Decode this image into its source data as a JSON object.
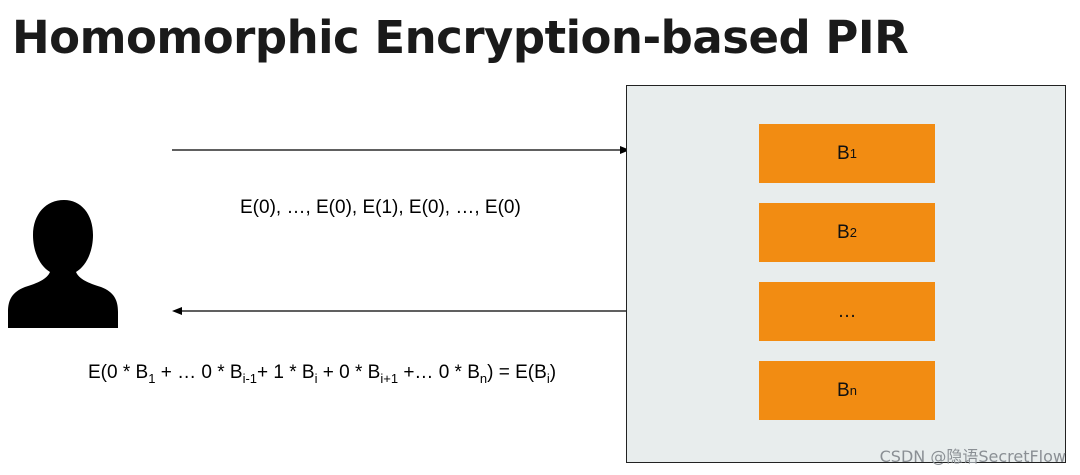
{
  "title": "Homomorphic Encryption-based PIR",
  "request": {
    "text": "E(0), …, E(0), E(1), E(0), …, E(0)"
  },
  "response": {
    "p1": "E(0 * B",
    "s1": "1",
    "p2": " + … 0 * B",
    "s2": "i-1",
    "p3": "+ 1 * B",
    "s3": "i",
    "p4": " +  0 * B",
    "s4": "i+1",
    "p5": " +… 0 * B",
    "s5": "n",
    "p6": ") = E(B",
    "s6": "i",
    "p7": ")"
  },
  "server": {
    "blocks": [
      {
        "label": "B",
        "sub": "1"
      },
      {
        "label": "B",
        "sub": "2"
      },
      {
        "label": "…",
        "sub": ""
      },
      {
        "label": "B",
        "sub": "n"
      }
    ]
  },
  "watermark": "CSDN @隐语SecretFlow",
  "colors": {
    "block": "#f28c12",
    "server_bg": "#e8eded",
    "watermark": "#8a8f94"
  },
  "icons": {
    "user": "user-silhouette-icon"
  }
}
